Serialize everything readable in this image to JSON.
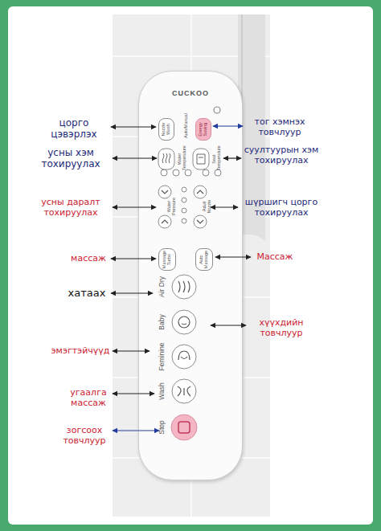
{
  "diagram": {
    "nodes": [
      {
        "text": [
          "CUCKOO"
        ]
      },
      {
        "text": [
          "Nozzle Wash"
        ],
        "in": 0
      },
      {
        "text": [
          "Energy Saving"
        ],
        "in": 0
      },
      {
        "text": [
          "Massage Turbo"
        ],
        "in": 0
      },
      {
        "text": [
          "Auto Massage"
        ],
        "in": 0
      }
    ],
    "labels": [
      "цорго цэвэрлэх",
      "тог хэмнэх товчлуур",
      "Auto/Manual",
      "Water Temperature",
      "Seat Temperature",
      "усны хэм тохируулах",
      "суултуурын хэм тохируулах",
      "Water Pressure",
      "Adult Nozzle",
      "усны даралт тохируулах",
      "шүршигч цорго тохируулах",
      "массаж",
      "Массаж",
      "Air Dry",
      "хатаах",
      "Baby",
      "хүүхдийн товчлуур",
      "Feminine",
      "эмэгтэйчүүд",
      "Wash",
      "угаалга массаж",
      "Stop",
      "зогсоох товчлуур"
    ]
  }
}
